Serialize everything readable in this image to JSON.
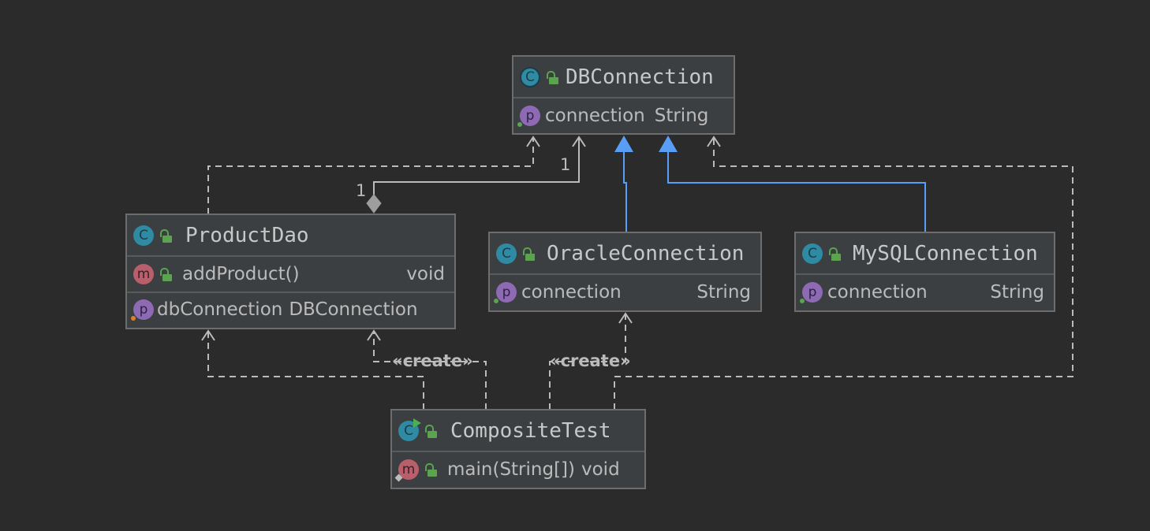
{
  "classes": {
    "dbconnection": {
      "title": "DBConnection",
      "fields": [
        {
          "name": "connection",
          "type": "String"
        }
      ]
    },
    "productdao": {
      "title": "ProductDao",
      "methods": [
        {
          "name": "addProduct()",
          "type": "void"
        }
      ],
      "fields": [
        {
          "name": "dbConnection",
          "type": "DBConnection"
        }
      ]
    },
    "oracleconnection": {
      "title": "OracleConnection",
      "fields": [
        {
          "name": "connection",
          "type": "String"
        }
      ]
    },
    "mysqlconnection": {
      "title": "MySQLConnection",
      "fields": [
        {
          "name": "connection",
          "type": "String"
        }
      ]
    },
    "compositetest": {
      "title": "CompositeTest",
      "methods": [
        {
          "name": "main(String[])",
          "type": "void"
        }
      ]
    }
  },
  "labels": {
    "multiplicity_target": "1",
    "multiplicity_source": "1",
    "create_1": "«create»",
    "create_2": "«create»"
  },
  "icons": {
    "class": "C",
    "method": "m",
    "property": "p"
  },
  "colors": {
    "background": "#2b2b2b",
    "class_fill": "#3c3f41",
    "inheritance": "#589df6",
    "dependency": "#bbbbbb",
    "class_icon": "#2f8aa3",
    "method_icon": "#b95f6b",
    "property_icon": "#8d6ab3",
    "public_lock": "#5ba34f"
  }
}
